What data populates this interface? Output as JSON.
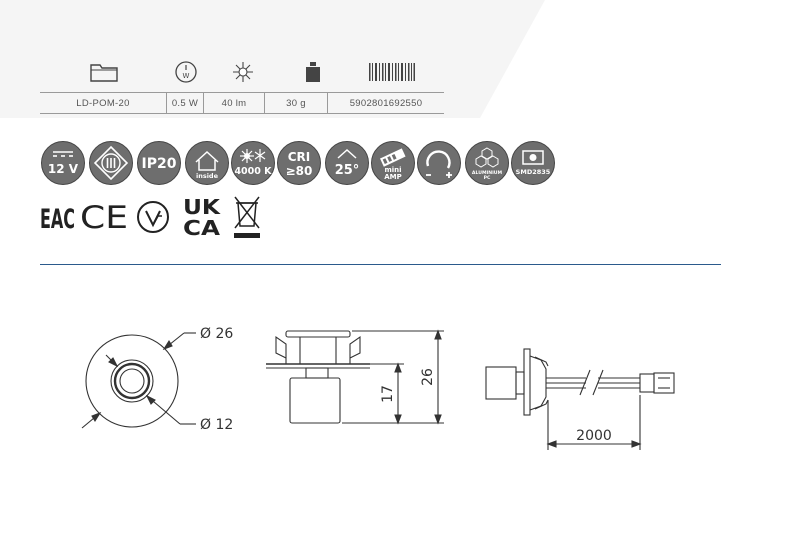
{
  "spec_icons": [
    {
      "name": "folder-icon"
    },
    {
      "name": "power-watt-icon"
    },
    {
      "name": "lumen-sun-icon"
    },
    {
      "name": "weight-icon"
    },
    {
      "name": "barcode-icon"
    }
  ],
  "spec_values": {
    "code": "LD-POM-20",
    "power": "0.5 W",
    "lumen": "40 lm",
    "weight": "30 g",
    "ean": "5902801692550"
  },
  "badges": {
    "voltage": "12 V",
    "ip": "IP20",
    "inside": "inside",
    "cct": "4000 K",
    "cri_top": "CRI",
    "cri_bottom": "≥80",
    "angle": "25°",
    "mini_top": "mini",
    "mini_bottom": "AMP",
    "aluminium_top": "ALUMINIUM",
    "aluminium_bottom": "PC",
    "smd": "SMD2835"
  },
  "certifications": {
    "eac": "EAC",
    "ce": "CE",
    "ukca_top": "UK",
    "ukca_bottom": "CA"
  },
  "dimensions": {
    "outer_diameter": "Ø 26",
    "inner_diameter": "Ø 12",
    "body_height": "17",
    "total_height": "26",
    "cable_length": "2000"
  },
  "colors": {
    "badge_fill": "#6e6e6e",
    "divider": "#2b5a8c",
    "line": "#333333"
  }
}
